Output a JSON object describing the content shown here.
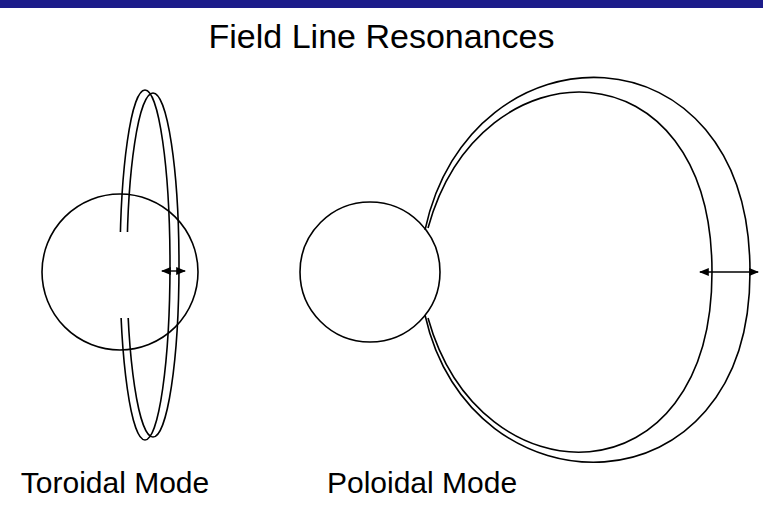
{
  "diagram": {
    "title": "Field Line Resonances",
    "labels": [
      "Toroidal Mode",
      "Poloidal Mode"
    ]
  }
}
